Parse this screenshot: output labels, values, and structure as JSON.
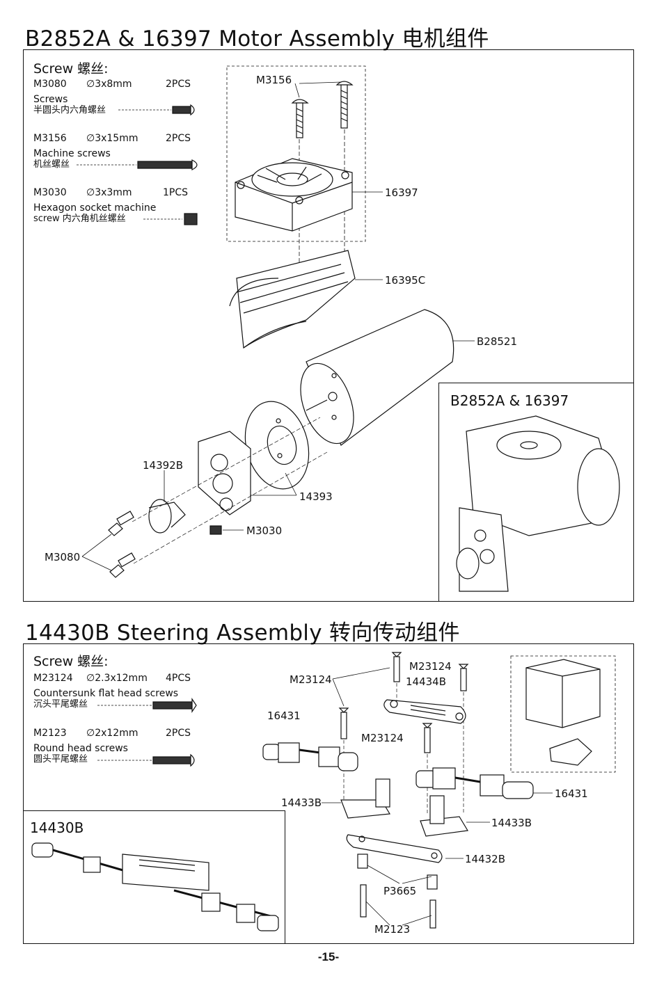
{
  "motor": {
    "title": "B2852A & 16397 Motor Assembly 电机组件",
    "screw_header": "Screw 螺丝:",
    "screws": [
      {
        "code": "M3080",
        "size": "∅3x8mm",
        "qty": "2PCS",
        "desc1": "Screws",
        "desc2": "半圆头内六角螺丝"
      },
      {
        "code": "M3156",
        "size": "∅3x15mm",
        "qty": "2PCS",
        "desc1": "Machine screws",
        "desc2": "机丝螺丝"
      },
      {
        "code": "M3030",
        "size": "∅3x3mm",
        "qty": "1PCS",
        "desc1": "Hexagon socket machine",
        "desc2": "screw 内六角机丝螺丝"
      }
    ],
    "labels": {
      "m3156": "M3156",
      "p16397": "16397",
      "p16395c": "16395C",
      "b28521": "B28521",
      "p14392b": "14392B",
      "p14393": "14393",
      "m3030": "M3030",
      "m3080": "M3080"
    },
    "inset_title": "B2852A & 16397"
  },
  "steering": {
    "title": "14430B Steering Assembly 转向传动组件",
    "screw_header": "Screw 螺丝:",
    "screws": [
      {
        "code": "M23124",
        "size": "∅2.3x12mm",
        "qty": "4PCS",
        "desc1": "Countersunk flat head screws",
        "desc2": "沉头平尾螺丝"
      },
      {
        "code": "M2123",
        "size": "∅2x12mm",
        "qty": "2PCS",
        "desc1": "Round head screws",
        "desc2": "圆头平尾螺丝"
      }
    ],
    "labels": {
      "m23124_a": "M23124",
      "m23124_b": "M23124",
      "m23124_c": "M23124",
      "p14434b": "14434B",
      "p16431_a": "16431",
      "p16431_b": "16431",
      "p14433b_a": "14433B",
      "p14433b_b": "14433B",
      "p14432b": "14432B",
      "p3665": "P3665",
      "m2123": "M2123"
    },
    "inset_title": "14430B"
  },
  "page_number": "-15-"
}
